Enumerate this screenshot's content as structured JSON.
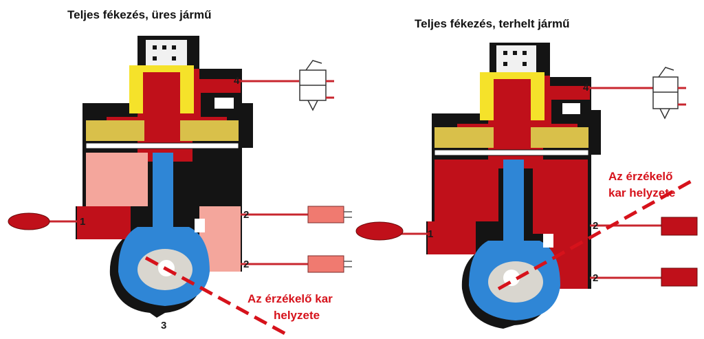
{
  "panels": [
    {
      "title": "Teljes fékezés, üres jármű",
      "ports": {
        "p1": "1",
        "p2a": "2",
        "p2b": "2",
        "p3": "3",
        "p4": "4"
      },
      "caption": [
        "Az érzékelő kar",
        "helyzete"
      ]
    },
    {
      "title": "Teljes fékezés, terhelt jármű",
      "ports": {
        "p1": "1",
        "p2a": "2",
        "p2b": "2",
        "p4": "4"
      },
      "caption": [
        "Az érzékelő",
        "kar helyzete"
      ]
    }
  ],
  "colors": {
    "dark_red": "#c0101a",
    "light_red": "#f07a70",
    "pink": "#f4a69c",
    "yellow": "#f5e22a",
    "olive": "#d9c04a",
    "blue": "#2f86d6",
    "black": "#141414",
    "pipe": "#c8262e",
    "indicator": "#d6121b"
  }
}
